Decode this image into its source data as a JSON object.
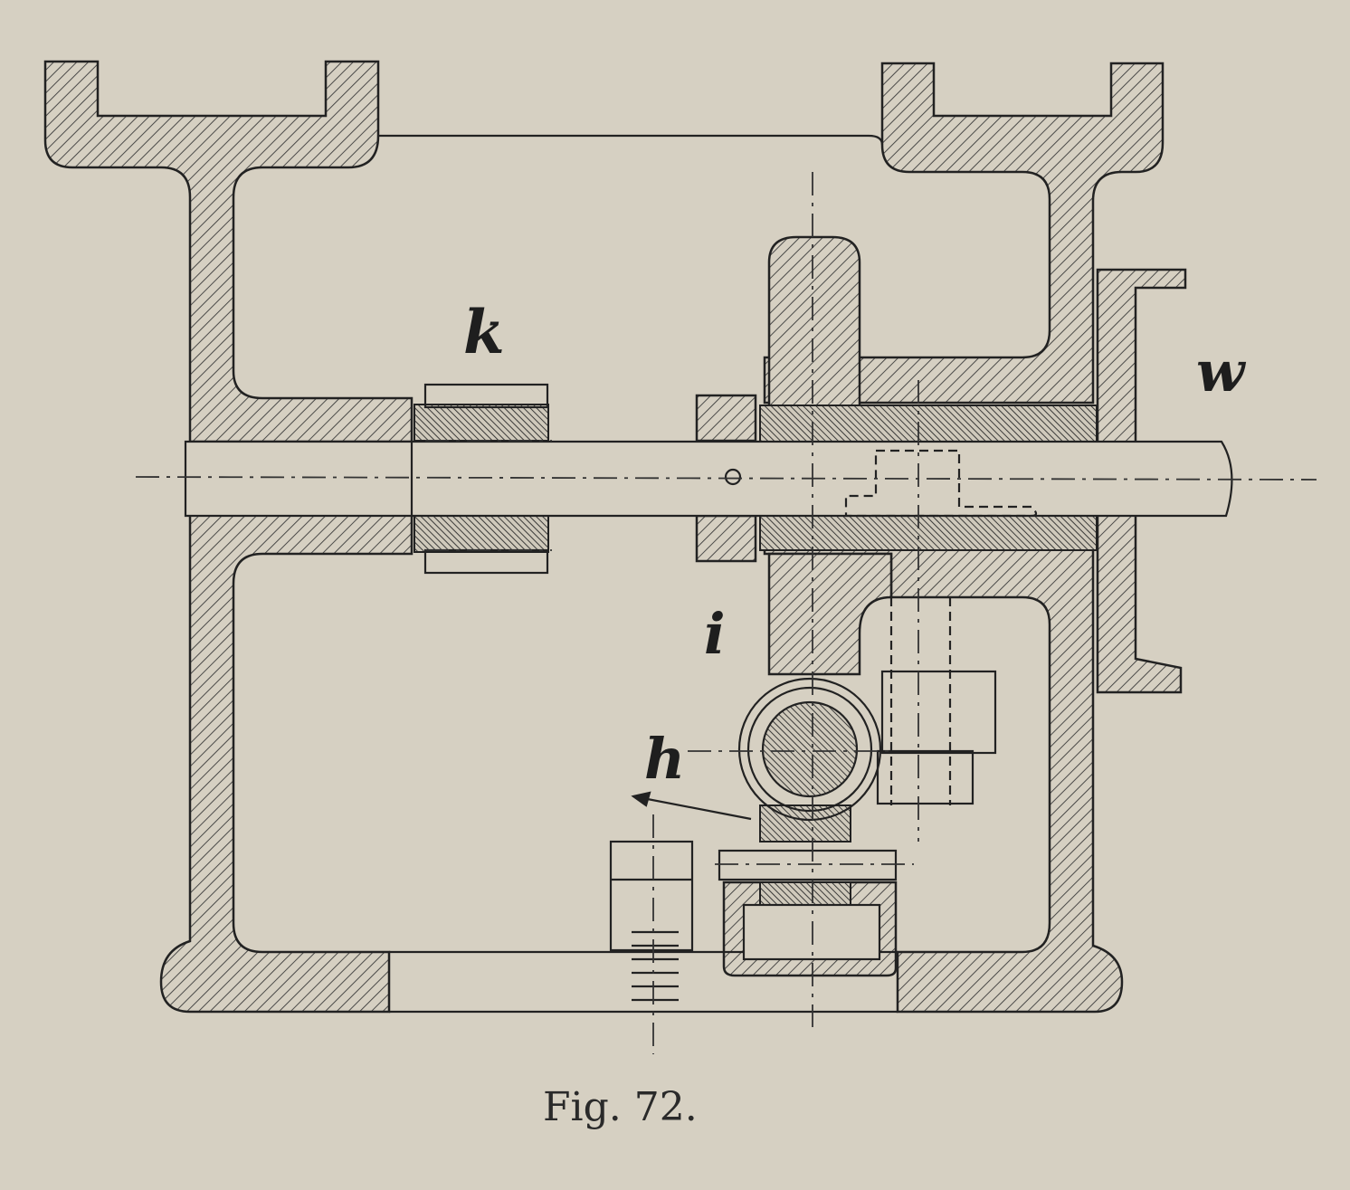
{
  "figure": {
    "caption": "Fig. 72.",
    "labels": {
      "k": "k",
      "w": "w",
      "i": "i",
      "h": "h"
    }
  },
  "colors": {
    "paper": "#d6d0c2",
    "ink": "#222222",
    "hatch": "#3a3a3a"
  }
}
